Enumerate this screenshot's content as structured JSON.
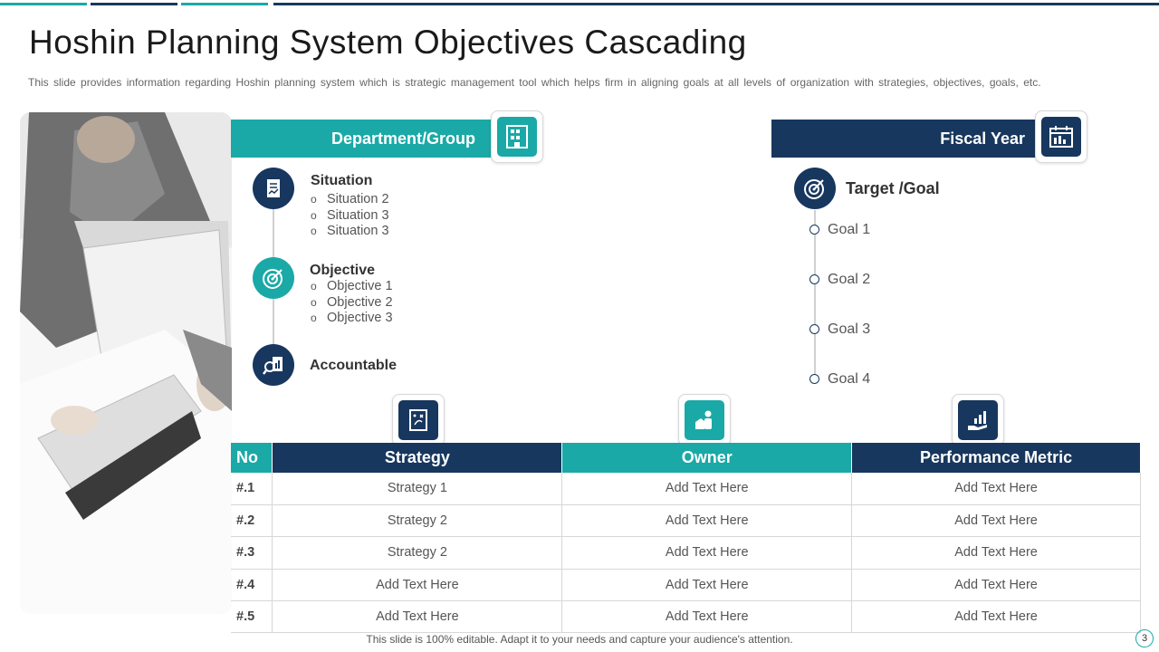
{
  "header": {
    "title": "Hoshin Planning System Objectives Cascading",
    "subtitle": "This slide provides information regarding Hoshin planning system which is strategic management tool which helps firm in aligning goals at all levels of organization with strategies, objectives, goals, etc."
  },
  "left_panel": {
    "header_label": "Department/Group",
    "header_icon": "building-icon",
    "sections": [
      {
        "title": "Situation",
        "icon": "clipboard-chart-icon",
        "items": [
          "Situation 2",
          "Situation 3",
          "Situation 3"
        ]
      },
      {
        "title": "Objective",
        "icon": "target-icon",
        "items": [
          "Objective 1",
          "Objective 2",
          "Objective 3"
        ]
      },
      {
        "title": "Accountable",
        "icon": "magnifier-chart-icon",
        "items": []
      }
    ]
  },
  "right_panel": {
    "header_label": "Fiscal Year",
    "header_icon": "calendar-icon",
    "target_title": "Target /Goal",
    "goals": [
      "Goal 1",
      "Goal 2",
      "Goal 3",
      "Goal 4"
    ]
  },
  "table": {
    "headers": [
      "No",
      "Strategy",
      "Owner",
      "Performance Metric"
    ],
    "header_icons": [
      "strategy-board-icon",
      "owner-person-icon",
      "growth-hand-icon"
    ],
    "rows": [
      [
        "#.1",
        "Strategy 1",
        "Add Text Here",
        "Add Text Here"
      ],
      [
        "#.2",
        "Strategy 2",
        "Add Text Here",
        "Add Text Here"
      ],
      [
        "#.3",
        "Strategy 2",
        "Add Text Here",
        "Add Text Here"
      ],
      [
        "#.4",
        "Add Text Here",
        "Add Text Here",
        "Add Text Here"
      ],
      [
        "#.5",
        "Add Text Here",
        "Add Text Here",
        "Add Text Here"
      ]
    ]
  },
  "footer": {
    "note": "This slide is 100% editable. Adapt it to your needs and capture your audience's attention.",
    "page_number": "3"
  },
  "colors": {
    "teal": "#1aa9a6",
    "navy": "#17375e"
  }
}
